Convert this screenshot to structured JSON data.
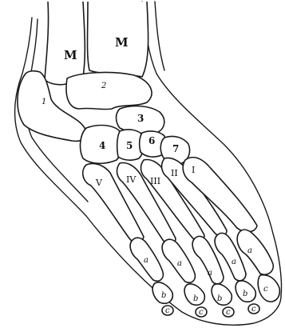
{
  "labels": {
    "tibia": "M",
    "fibula": "M",
    "calcaneus": "1",
    "talus": "2",
    "navicular": "3",
    "cuboid": "4",
    "cuneiform_lateral": "5",
    "cuneiform_intermediate": "6",
    "cuneiform_medial": "7",
    "metatarsal_5": "V",
    "metatarsal_4": "IV",
    "metatarsal_3": "III",
    "metatarsal_2": "II",
    "metatarsal_1": "I",
    "proximal_phalanx_5": "a",
    "proximal_phalanx_4": "a",
    "proximal_phalanx_3": "a",
    "proximal_phalanx_2": "a",
    "proximal_phalanx_1": "a",
    "middle_phalanx_5": "b",
    "middle_phalanx_4": "b",
    "middle_phalanx_3": "b",
    "middle_phalanx_2": "b",
    "distal_phalanx_hallux": "c",
    "distal_phalanx_5": "c",
    "distal_phalanx_4": "c",
    "distal_phalanx_3": "c",
    "distal_phalanx_2": "c"
  }
}
